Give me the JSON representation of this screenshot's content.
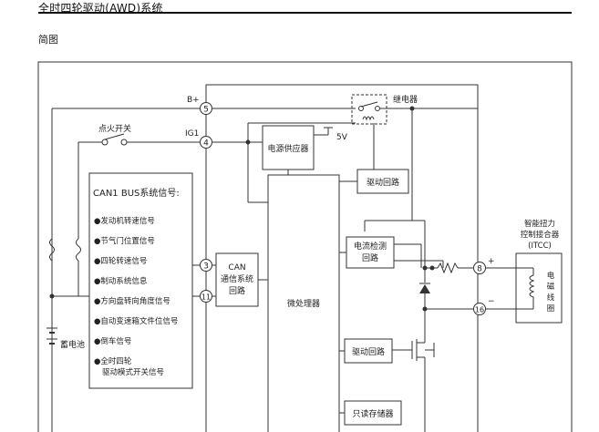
{
  "header": {
    "title": "全时四轮驱动(AWD)系统"
  },
  "section": {
    "label": "简图"
  },
  "diagram": {
    "terminals": {
      "b_plus": "B+",
      "ig1": "IG1",
      "t5": "5",
      "t4": "4",
      "t3": "3",
      "t11": "11",
      "t8": "8",
      "t16": "16"
    },
    "ignition_switch": "点火开关",
    "relay": "继电器",
    "power_supply": "电源供应器",
    "five_volt": "5V",
    "drive_circuit_top": "驱动回路",
    "drive_circuit_bottom": "驱动回路",
    "can_bus_title": "CAN1 BUS系统信号:",
    "can_signals": [
      "●发动机转速信号",
      "●节气门位置信号",
      "●四轮转速信号",
      "●制动系统信息",
      "●方向盘转向角度信号",
      "●自动变速箱文件位信号",
      "●倒车信号",
      "●全时四轮",
      "驱动模式开关信号"
    ],
    "can_comm": [
      "CAN",
      "通信系统",
      "回路"
    ],
    "microprocessor": "微处理器",
    "current_detect": [
      "电流检测",
      "回路"
    ],
    "rom": "只读存储器",
    "battery": "蓄电池",
    "itcc": [
      "智能扭力",
      "控制接合器",
      "(ITCC)"
    ],
    "solenoid": [
      "电",
      "磁",
      "线",
      "圈"
    ],
    "plus_sign": "+",
    "minus_sign": "−"
  }
}
